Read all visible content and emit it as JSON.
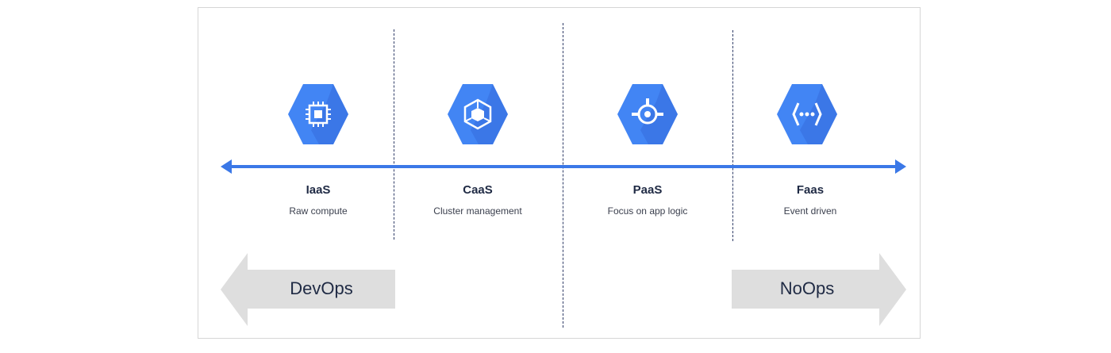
{
  "colors": {
    "hex_fill": "#4285f4",
    "axis": "#3b78e7",
    "arrow_fill": "#dedede"
  },
  "tiers": [
    {
      "title": "IaaS",
      "subtitle": "Raw compute",
      "icon": "chip-icon"
    },
    {
      "title": "CaaS",
      "subtitle": "Cluster management",
      "icon": "container-cube-icon"
    },
    {
      "title": "PaaS",
      "subtitle": "Focus on app logic",
      "icon": "app-engine-icon"
    },
    {
      "title": "Faas",
      "subtitle": "Event driven",
      "icon": "function-braces-icon"
    }
  ],
  "arrows": {
    "left_label": "DevOps",
    "right_label": "NoOps"
  }
}
